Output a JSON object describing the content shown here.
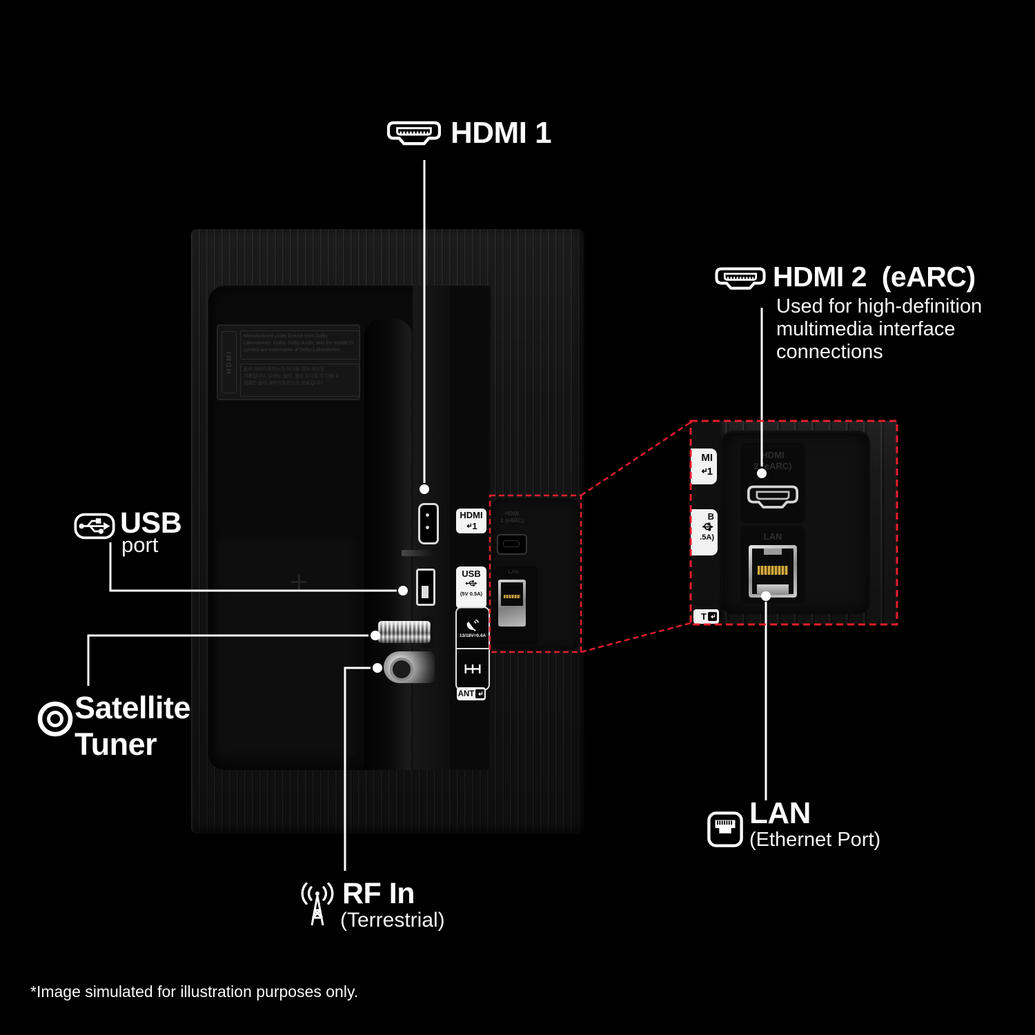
{
  "footnote": "*Image simulated for illustration purposes only.",
  "colors": {
    "accent_red": "#e41e2d",
    "callout_line": "#ffffff",
    "panel_label_bg": "#f4f4f4"
  },
  "callouts": {
    "hdmi1": {
      "title": "HDMI 1"
    },
    "hdmi2": {
      "title": "HDMI 2  (eARC)",
      "desc1": "Used for high-definition",
      "desc2": "multimedia interface",
      "desc3": "connections"
    },
    "usb": {
      "title": "USB",
      "subtitle": "port"
    },
    "satellite": {
      "title1": "Satellite",
      "title2": "Tuner"
    },
    "rf": {
      "title": "RF In",
      "subtitle": "(Terrestrial)"
    },
    "lan": {
      "title": "LAN",
      "subtitle": "(Ethernet Port)"
    }
  },
  "panel_labels": {
    "hdmi_line1": "HDMI",
    "hdmi_port_num": "1",
    "usb_line1": "USB",
    "usb_spec": "(5V 0.5A)",
    "sat_spec": "13/18V=0.4A",
    "ant": "ANT"
  },
  "inset": {
    "hdmi_partial_line1": "MI",
    "hdmi_partial_num": "1",
    "usb_partial_line1": "B",
    "usb_partial_spec": ".5A)",
    "ant_partial": "T",
    "embossed_hdmi_line1": "HDMI",
    "embossed_hdmi_line2": "2 (eARC)",
    "embossed_lan": "LAN"
  },
  "recess_ports": {
    "embossed_hdmi_line1": "HDMI",
    "embossed_hdmi_line2": "2 (eARC)",
    "embossed_lan": "LAN"
  },
  "sticker": {
    "side": "HDMI",
    "en1": "Manufactured under license from Dolby",
    "en2": "Laboratories. Dolby, Dolby Audio, and the double-D",
    "en3": "symbol are trademarks of Dolby Laboratories.",
    "kr1": "돌비 래버러토리스의 허가를 얻어 제조된",
    "kr2": "제품입니다. Dolby, 돌비, 돌비 오디오 및 더블 D",
    "kr3": "심볼은 돌비 래버러토리스의 상표입니다."
  }
}
